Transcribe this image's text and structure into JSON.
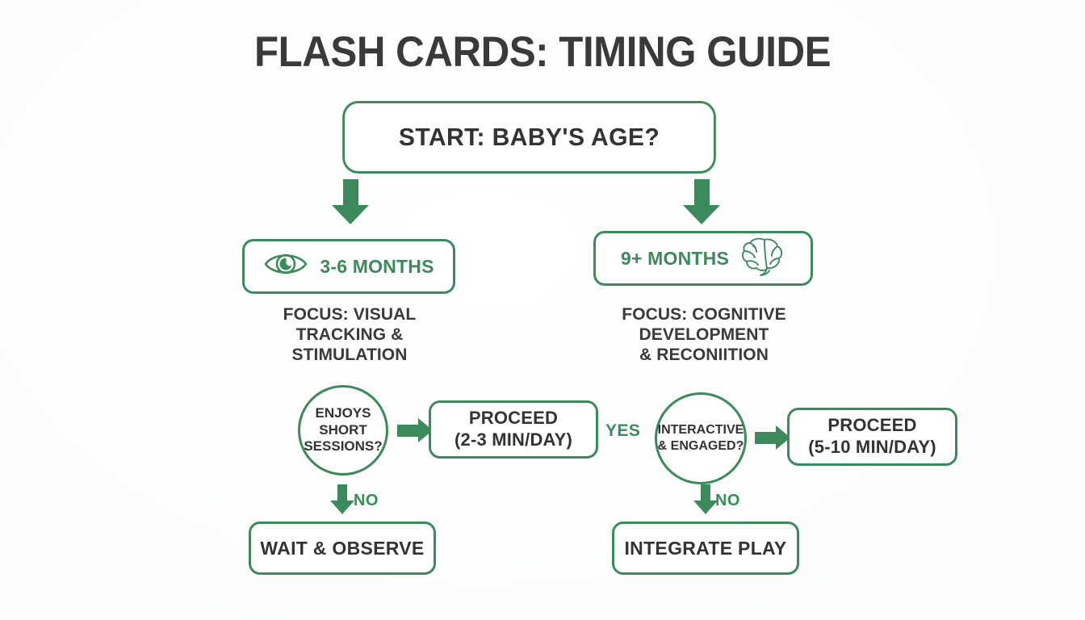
{
  "title": "FLASH CARDS: TIMING GUIDE",
  "theme": {
    "accent_green": "#3C8A5C",
    "text_dark": "#3A3A3A",
    "background": "#FDFDFD"
  },
  "flow": {
    "start": {
      "label": "START: BABY'S AGE?"
    },
    "branches": [
      {
        "age_label": "3-6 MONTHS",
        "icon": "eye-icon",
        "focus": "FOCUS: VISUAL TRACKING & STIMULATION",
        "focus_lines": [
          "FOCUS: VISUAL",
          "TRACKING &",
          "STIMULATION"
        ],
        "decision": "ENJOYS SHORT SESSIONS?",
        "decision_lines": [
          "ENJOYS",
          "SHORT",
          "SESSIONS?"
        ],
        "yes_label": "",
        "yes_outcome": "PROCEED (2-3 MIN/DAY)",
        "yes_outcome_lines": [
          "PROCEED",
          "(2-3 MIN/DAY)"
        ],
        "no_label": "NO",
        "no_outcome": "WAIT & OBSERVE"
      },
      {
        "age_label": "9+ MONTHS",
        "icon": "brain-icon",
        "focus": "FOCUS: COGNITIVE DEVELOPMENT & RECONIITION",
        "focus_lines": [
          "FOCUS: COGNITIVE",
          "DEVELOPMENT",
          "& RECONIITION"
        ],
        "decision": "INTERACTIVE & ENGAGED?",
        "decision_lines": [
          "INTERACTIVE",
          "& ENGAGED?"
        ],
        "yes_label": "YES",
        "yes_outcome": "PROCEED (5-10 MIN/DAY)",
        "yes_outcome_lines": [
          "PROCEED",
          "(5-10 MIN/DAY)"
        ],
        "no_label": "NO",
        "no_outcome": "INTEGRATE PLAY"
      }
    ]
  }
}
